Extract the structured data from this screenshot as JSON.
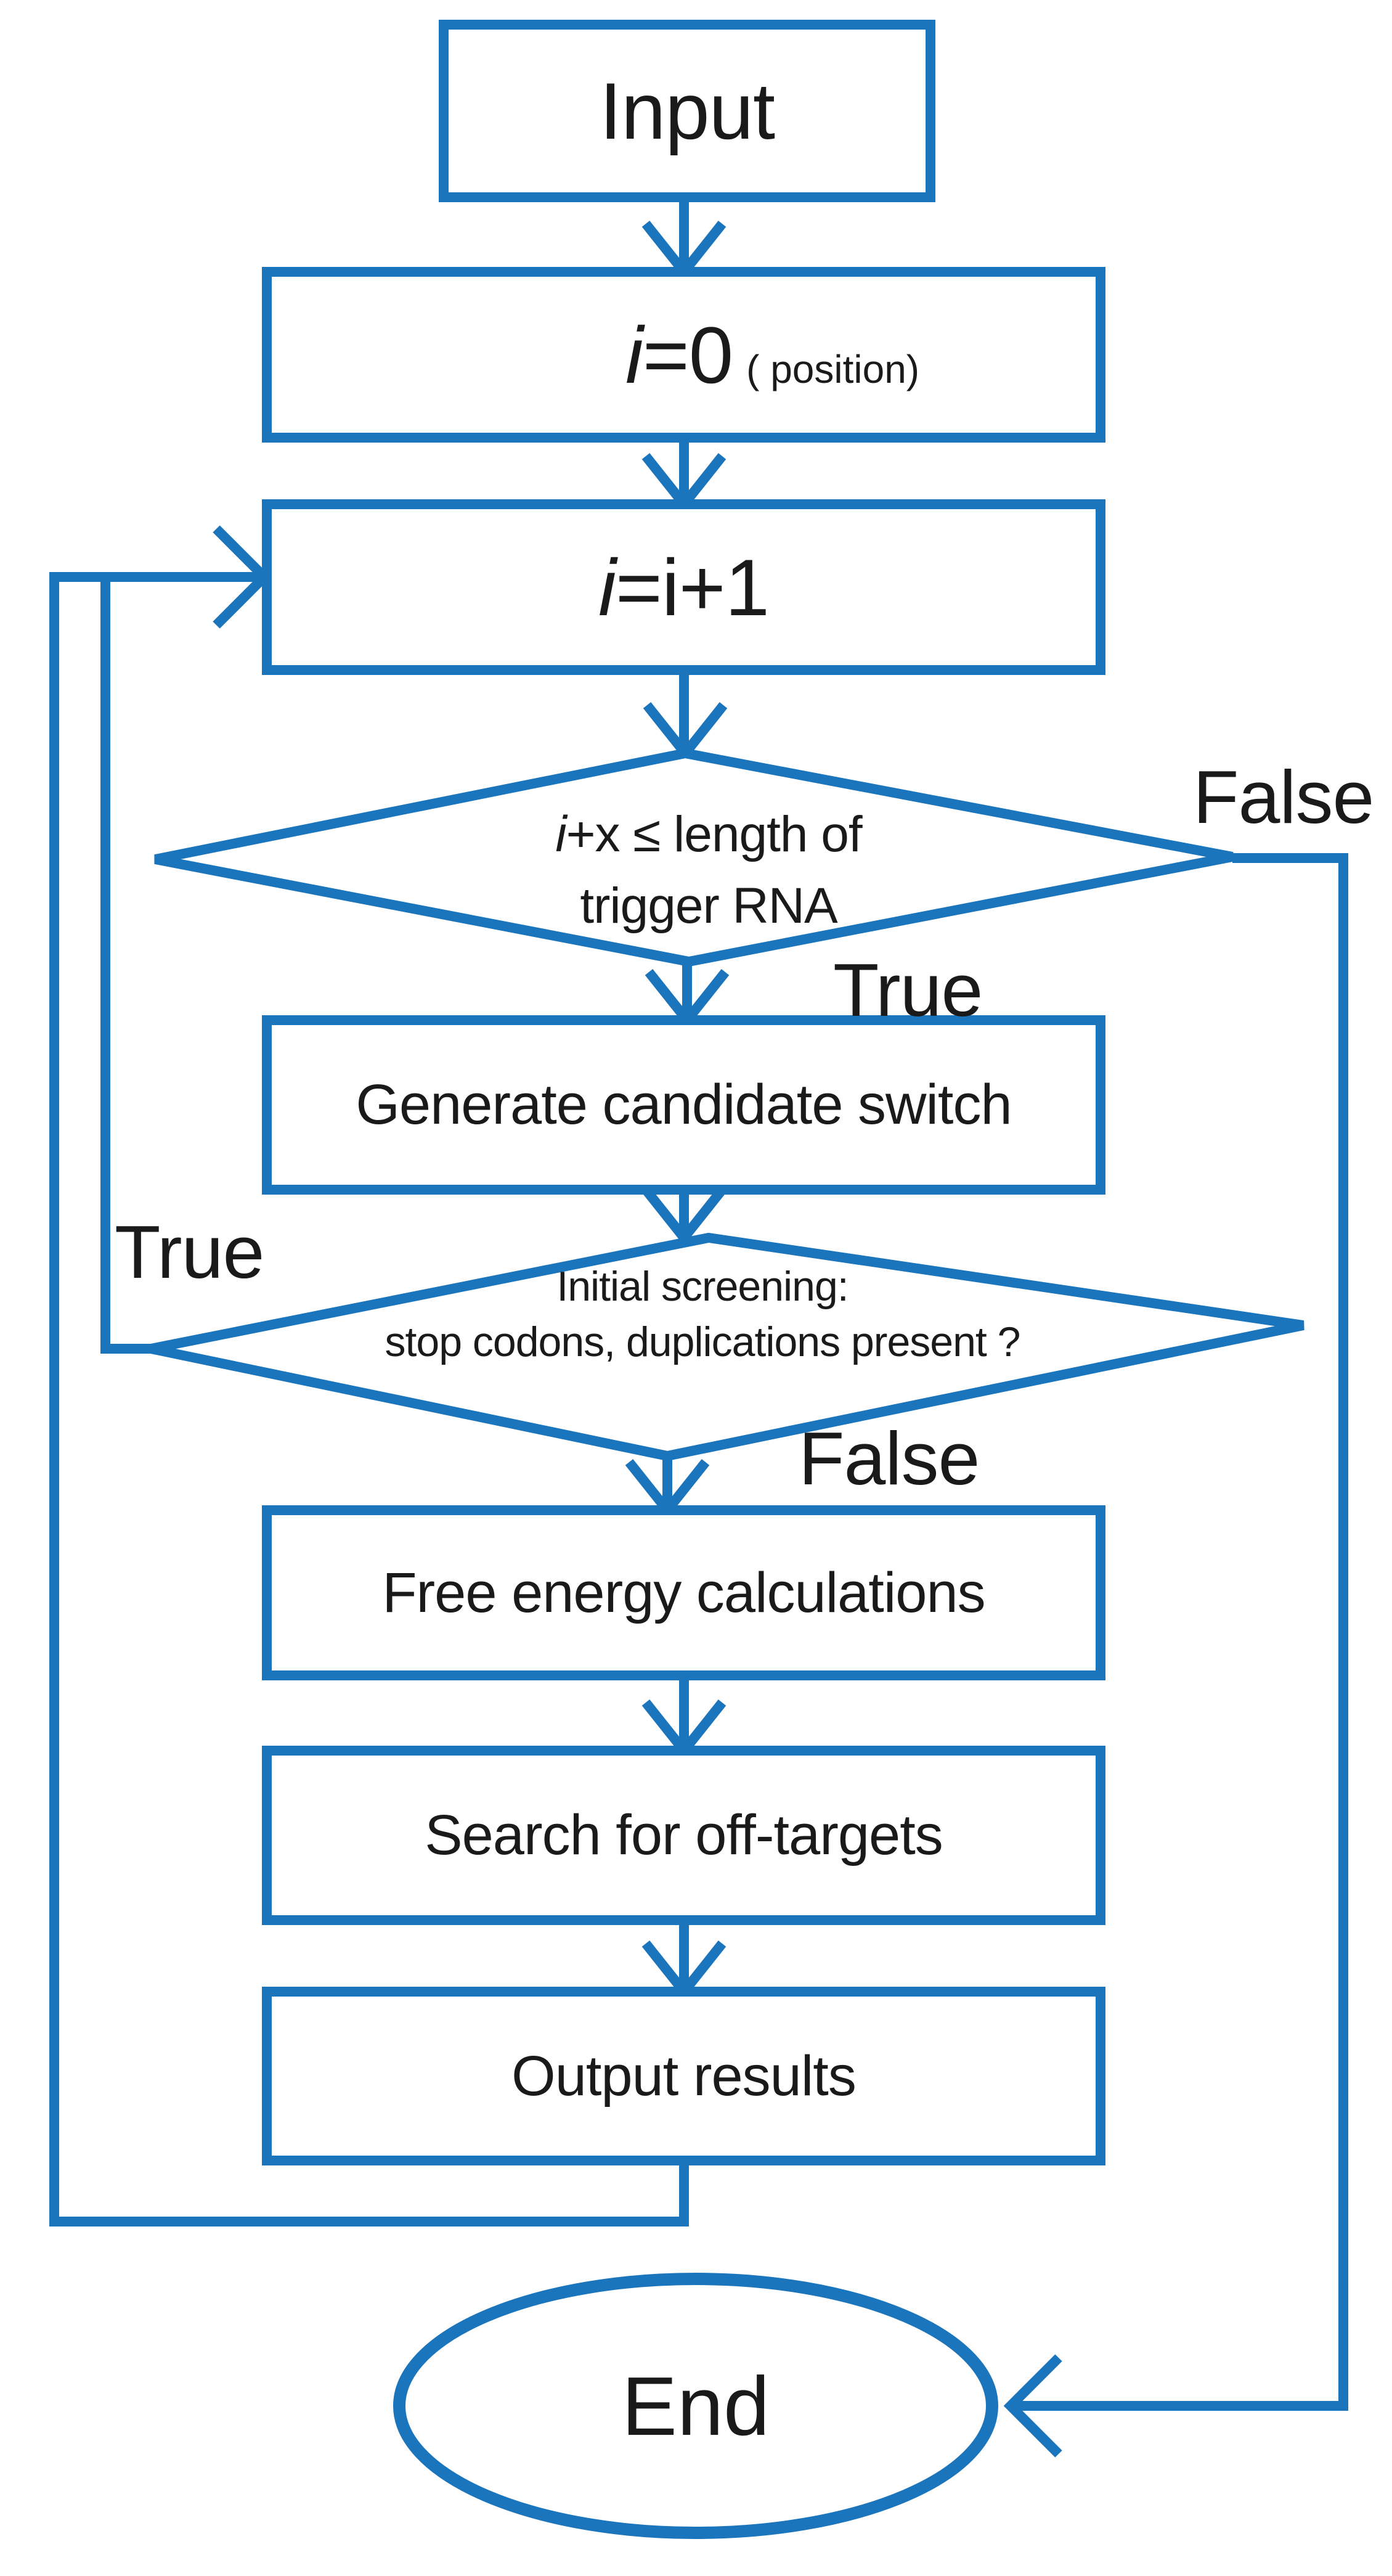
{
  "colors": {
    "accent": "#1b75bc",
    "text": "#1a1a1a",
    "background": "#ffffff"
  },
  "nodes": {
    "input": {
      "label": "Input"
    },
    "init": {
      "var": "i",
      "eq": "=0",
      "note": "( position)"
    },
    "increment": {
      "var": "i",
      "eq": "=i+1"
    },
    "decision_length": {
      "var": "i",
      "line1_rest": "+x ≤ length of",
      "line2": "trigger RNA"
    },
    "generate": {
      "label": "Generate candidate switch"
    },
    "decision_screening": {
      "line1": "Initial screening:",
      "line2": "stop codons, duplications present ?"
    },
    "free_energy": {
      "label": "Free energy calculations"
    },
    "off_targets": {
      "label": "Search for off-targets"
    },
    "output": {
      "label": "Output results"
    },
    "end": {
      "label": "End"
    }
  },
  "branches": {
    "length_true": "True",
    "length_false": "False",
    "screening_true": "True",
    "screening_false": "False"
  }
}
